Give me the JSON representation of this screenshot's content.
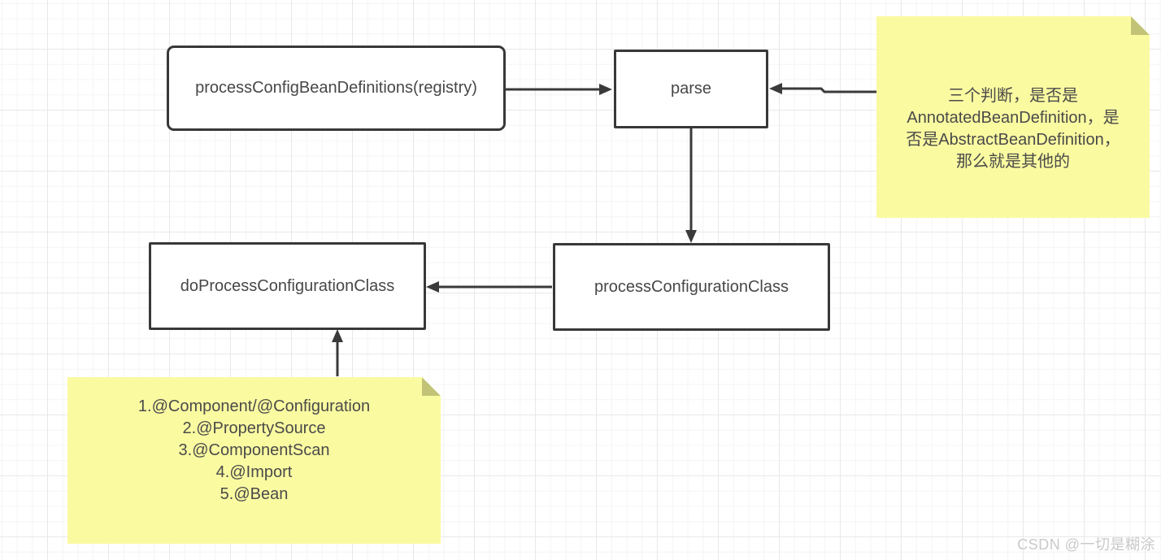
{
  "diagram": {
    "tool_hint": "flowchart on grid canvas",
    "nodes": [
      {
        "id": "processConfigBeanDefinitions",
        "label": "processConfigBeanDefinitions(registry)",
        "shape": "rounded-rect"
      },
      {
        "id": "parse",
        "label": "parse",
        "shape": "rect"
      },
      {
        "id": "doProcessConfigurationClass",
        "label": "doProcessConfigurationClass",
        "shape": "rect"
      },
      {
        "id": "processConfigurationClass",
        "label": "processConfigurationClass",
        "shape": "rect"
      }
    ],
    "notes": [
      {
        "id": "note-judgments",
        "lines": [
          "三个判断，是否是",
          "AnnotatedBeanDefinition，是",
          "否是AbstractBeanDefinition，",
          "那么就是其他的"
        ]
      },
      {
        "id": "note-annotations",
        "lines": [
          "1.@Component/@Configuration",
          "2.@PropertySource",
          "3.@ComponentScan",
          "4.@Import",
          "5.@Bean"
        ]
      }
    ],
    "edges": [
      {
        "from": "processConfigBeanDefinitions",
        "to": "parse",
        "direction": "right"
      },
      {
        "from": "note-judgments",
        "to": "parse",
        "direction": "left"
      },
      {
        "from": "parse",
        "to": "processConfigurationClass",
        "direction": "down"
      },
      {
        "from": "processConfigurationClass",
        "to": "doProcessConfigurationClass",
        "direction": "left"
      },
      {
        "from": "note-annotations",
        "to": "doProcessConfigurationClass",
        "direction": "up"
      }
    ],
    "colors": {
      "node_stroke": "#383838",
      "node_fill": "#ffffff",
      "note_fill": "#fafaa1",
      "note_fold": "#c3c377",
      "text": "#474747",
      "grid_major": "#e8e8eb",
      "grid_minor": "#f4f4f7",
      "watermark": "#c9c9c9"
    }
  },
  "watermark": "CSDN @一切是糊涂"
}
